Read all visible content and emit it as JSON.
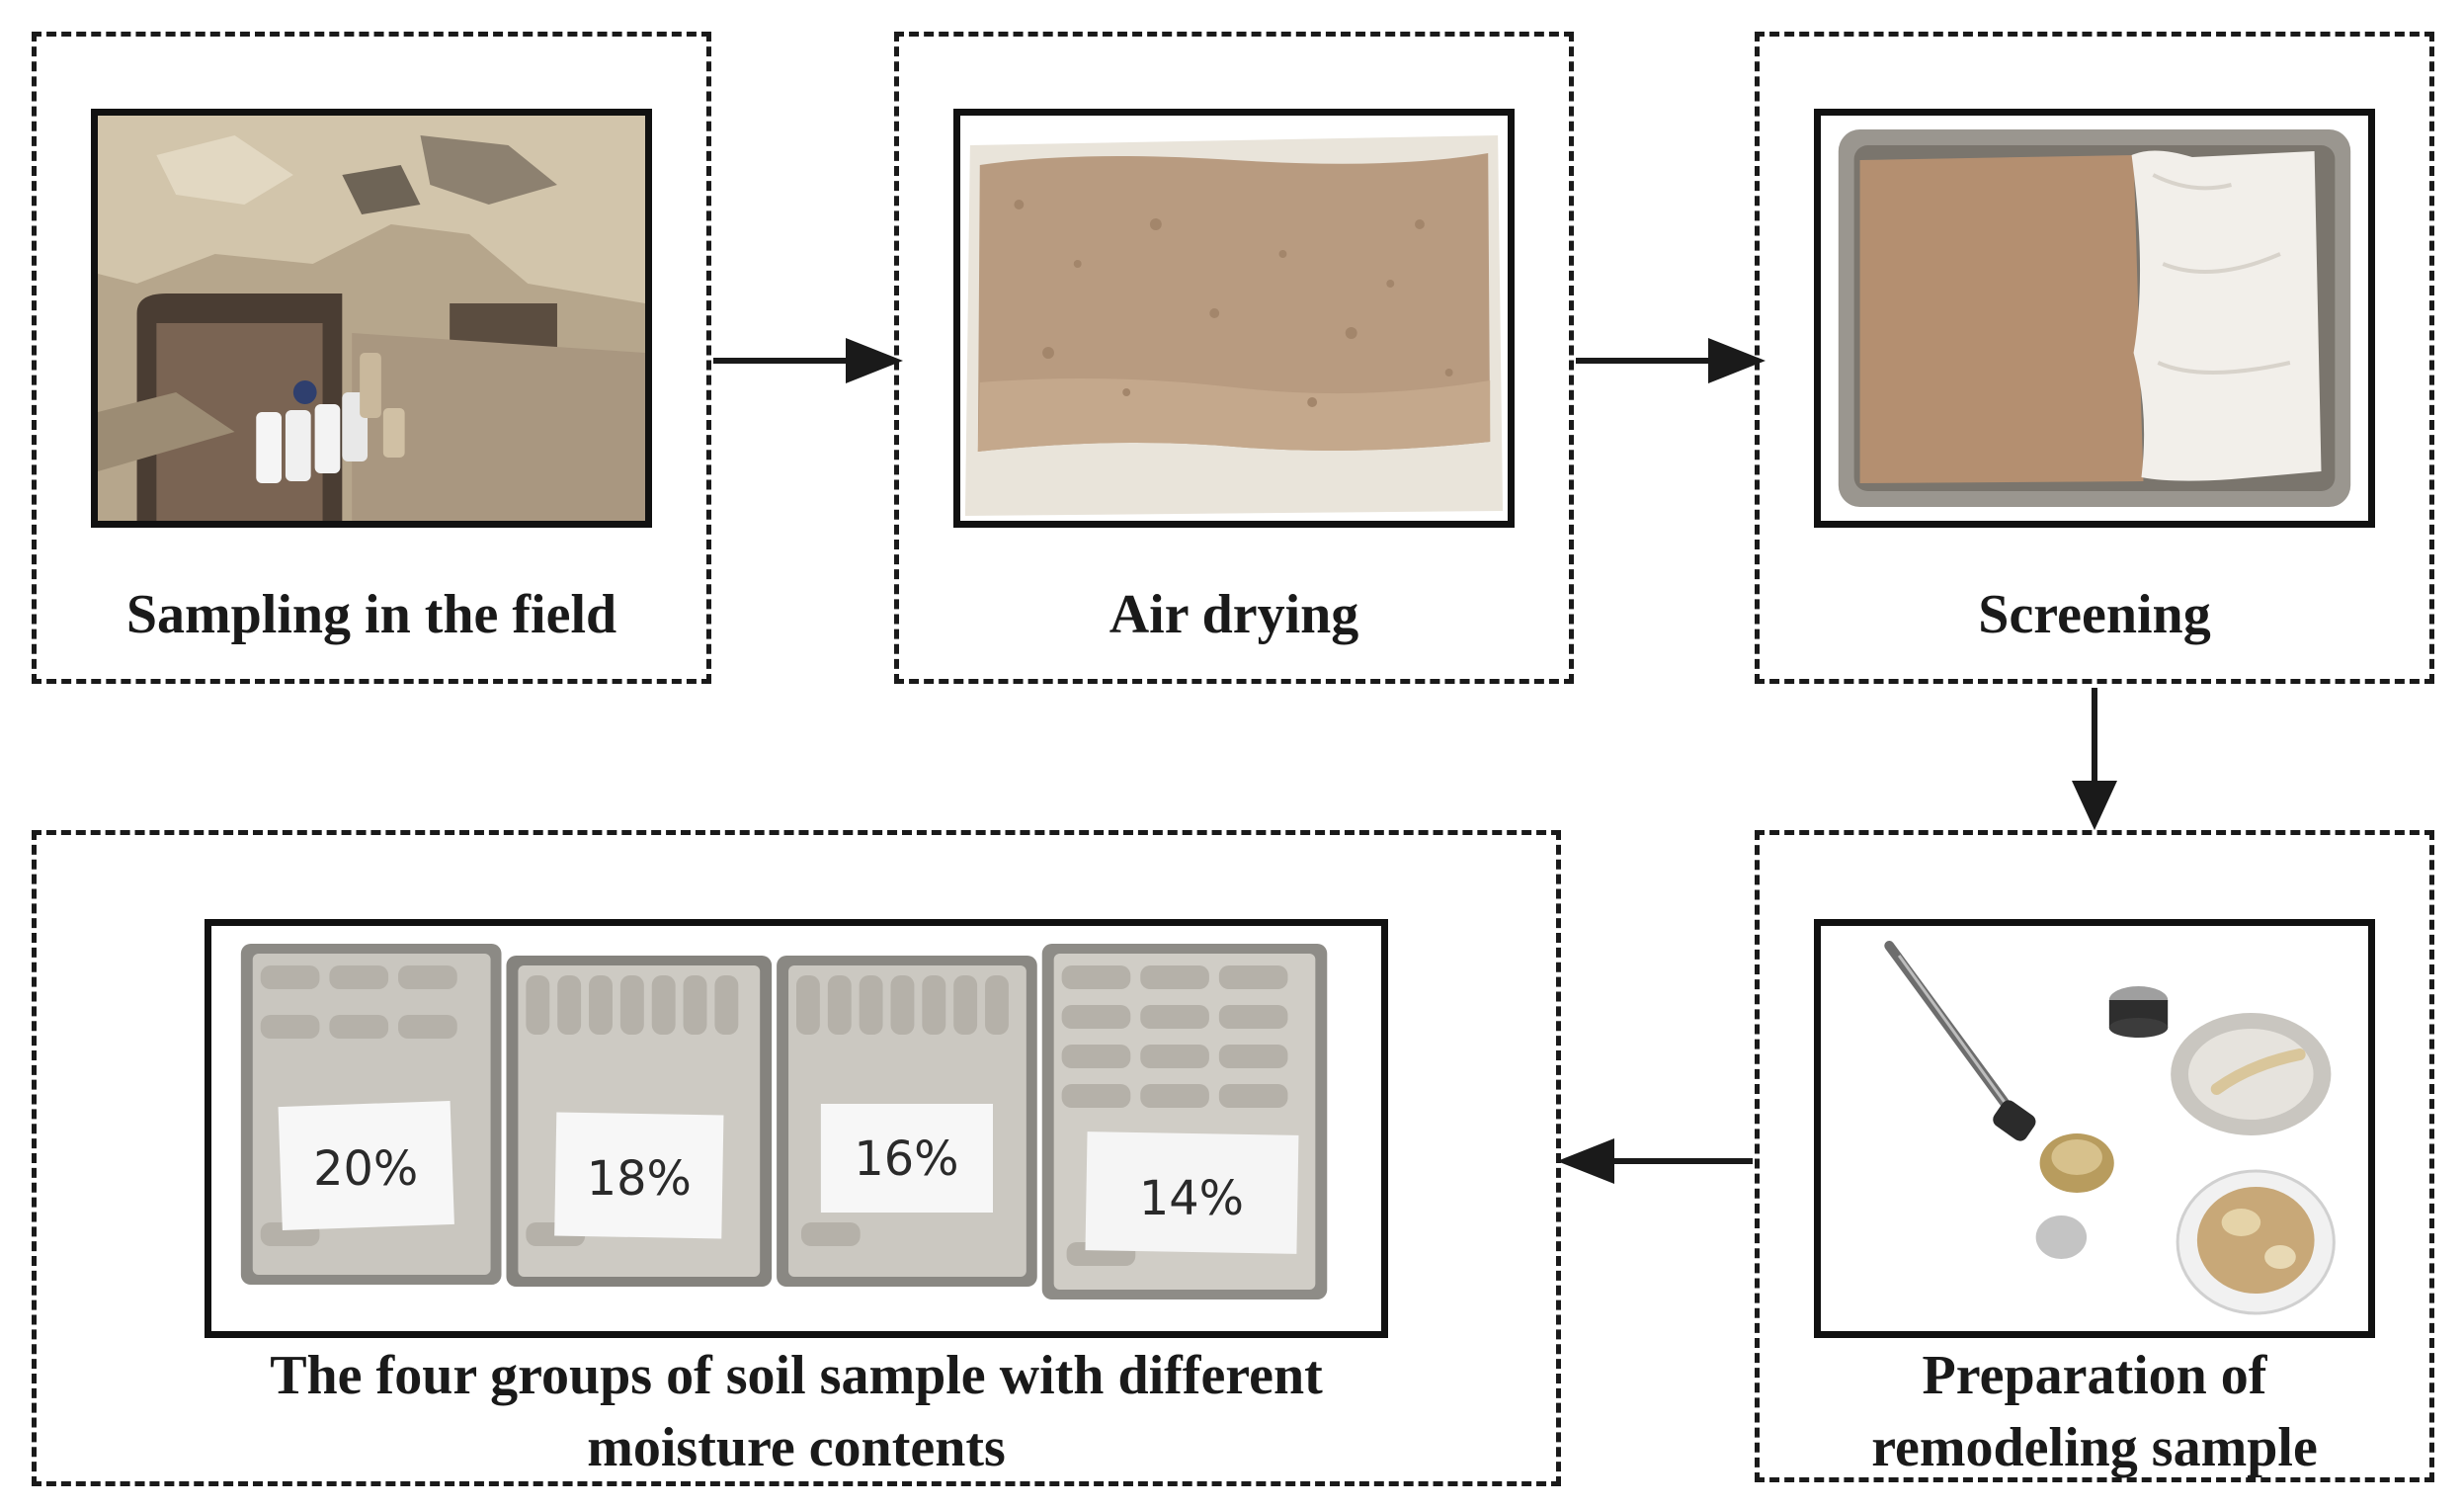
{
  "steps": {
    "sampling": {
      "label": "Sampling in the field"
    },
    "air_drying": {
      "label": "Air drying"
    },
    "screening": {
      "label": "Screening"
    },
    "preparation": {
      "label_line1": "Preparation of",
      "label_line2": "remodeling sample"
    },
    "groups": {
      "label_line1": "The four groups of soil sample with different",
      "label_line2": "moisture contents",
      "tags": [
        "20%",
        "18%",
        "16%",
        "14%"
      ]
    }
  },
  "colors": {
    "ink": "#1a1a1a",
    "soil": "#b99a7e",
    "soil_dark": "#8a6f57",
    "cloth": "#eeeae2",
    "tray": "#8d8b86",
    "rock": "#c7b9a0"
  }
}
